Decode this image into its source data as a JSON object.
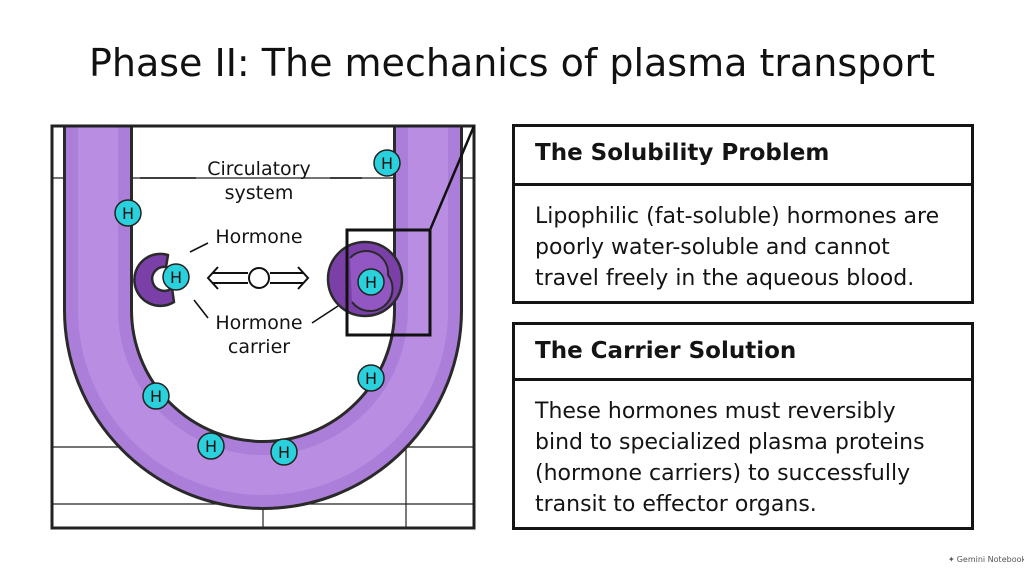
{
  "title": "Phase II: The mechanics of plasma transport",
  "diagram": {
    "labels": {
      "circulatory_line1": "Circulatory",
      "circulatory_line2": "system",
      "hormone": "Hormone",
      "carrier_line1": "Hormone",
      "carrier_line2": "carrier"
    },
    "hormone_symbol": "H",
    "colors": {
      "vessel": "#ab7ed9",
      "vessel_lumen": "#b98ee2",
      "carrier": "#7a40a8",
      "hormone": "#2ad1dc",
      "outline": "#2a2a2a"
    }
  },
  "cards": [
    {
      "heading": "The Solubility Problem",
      "lines": [
        "Lipophilic (fat-soluble) hormones are",
        "poorly water-soluble and cannot",
        "travel freely in the aqueous blood."
      ]
    },
    {
      "heading": "The Carrier Solution",
      "lines": [
        "These hormones must reversibly",
        "bind to specialized plasma proteins",
        "(hormone carriers) to successfully",
        "transit to effector organs."
      ]
    }
  ],
  "watermark": "Gemini Notebook"
}
